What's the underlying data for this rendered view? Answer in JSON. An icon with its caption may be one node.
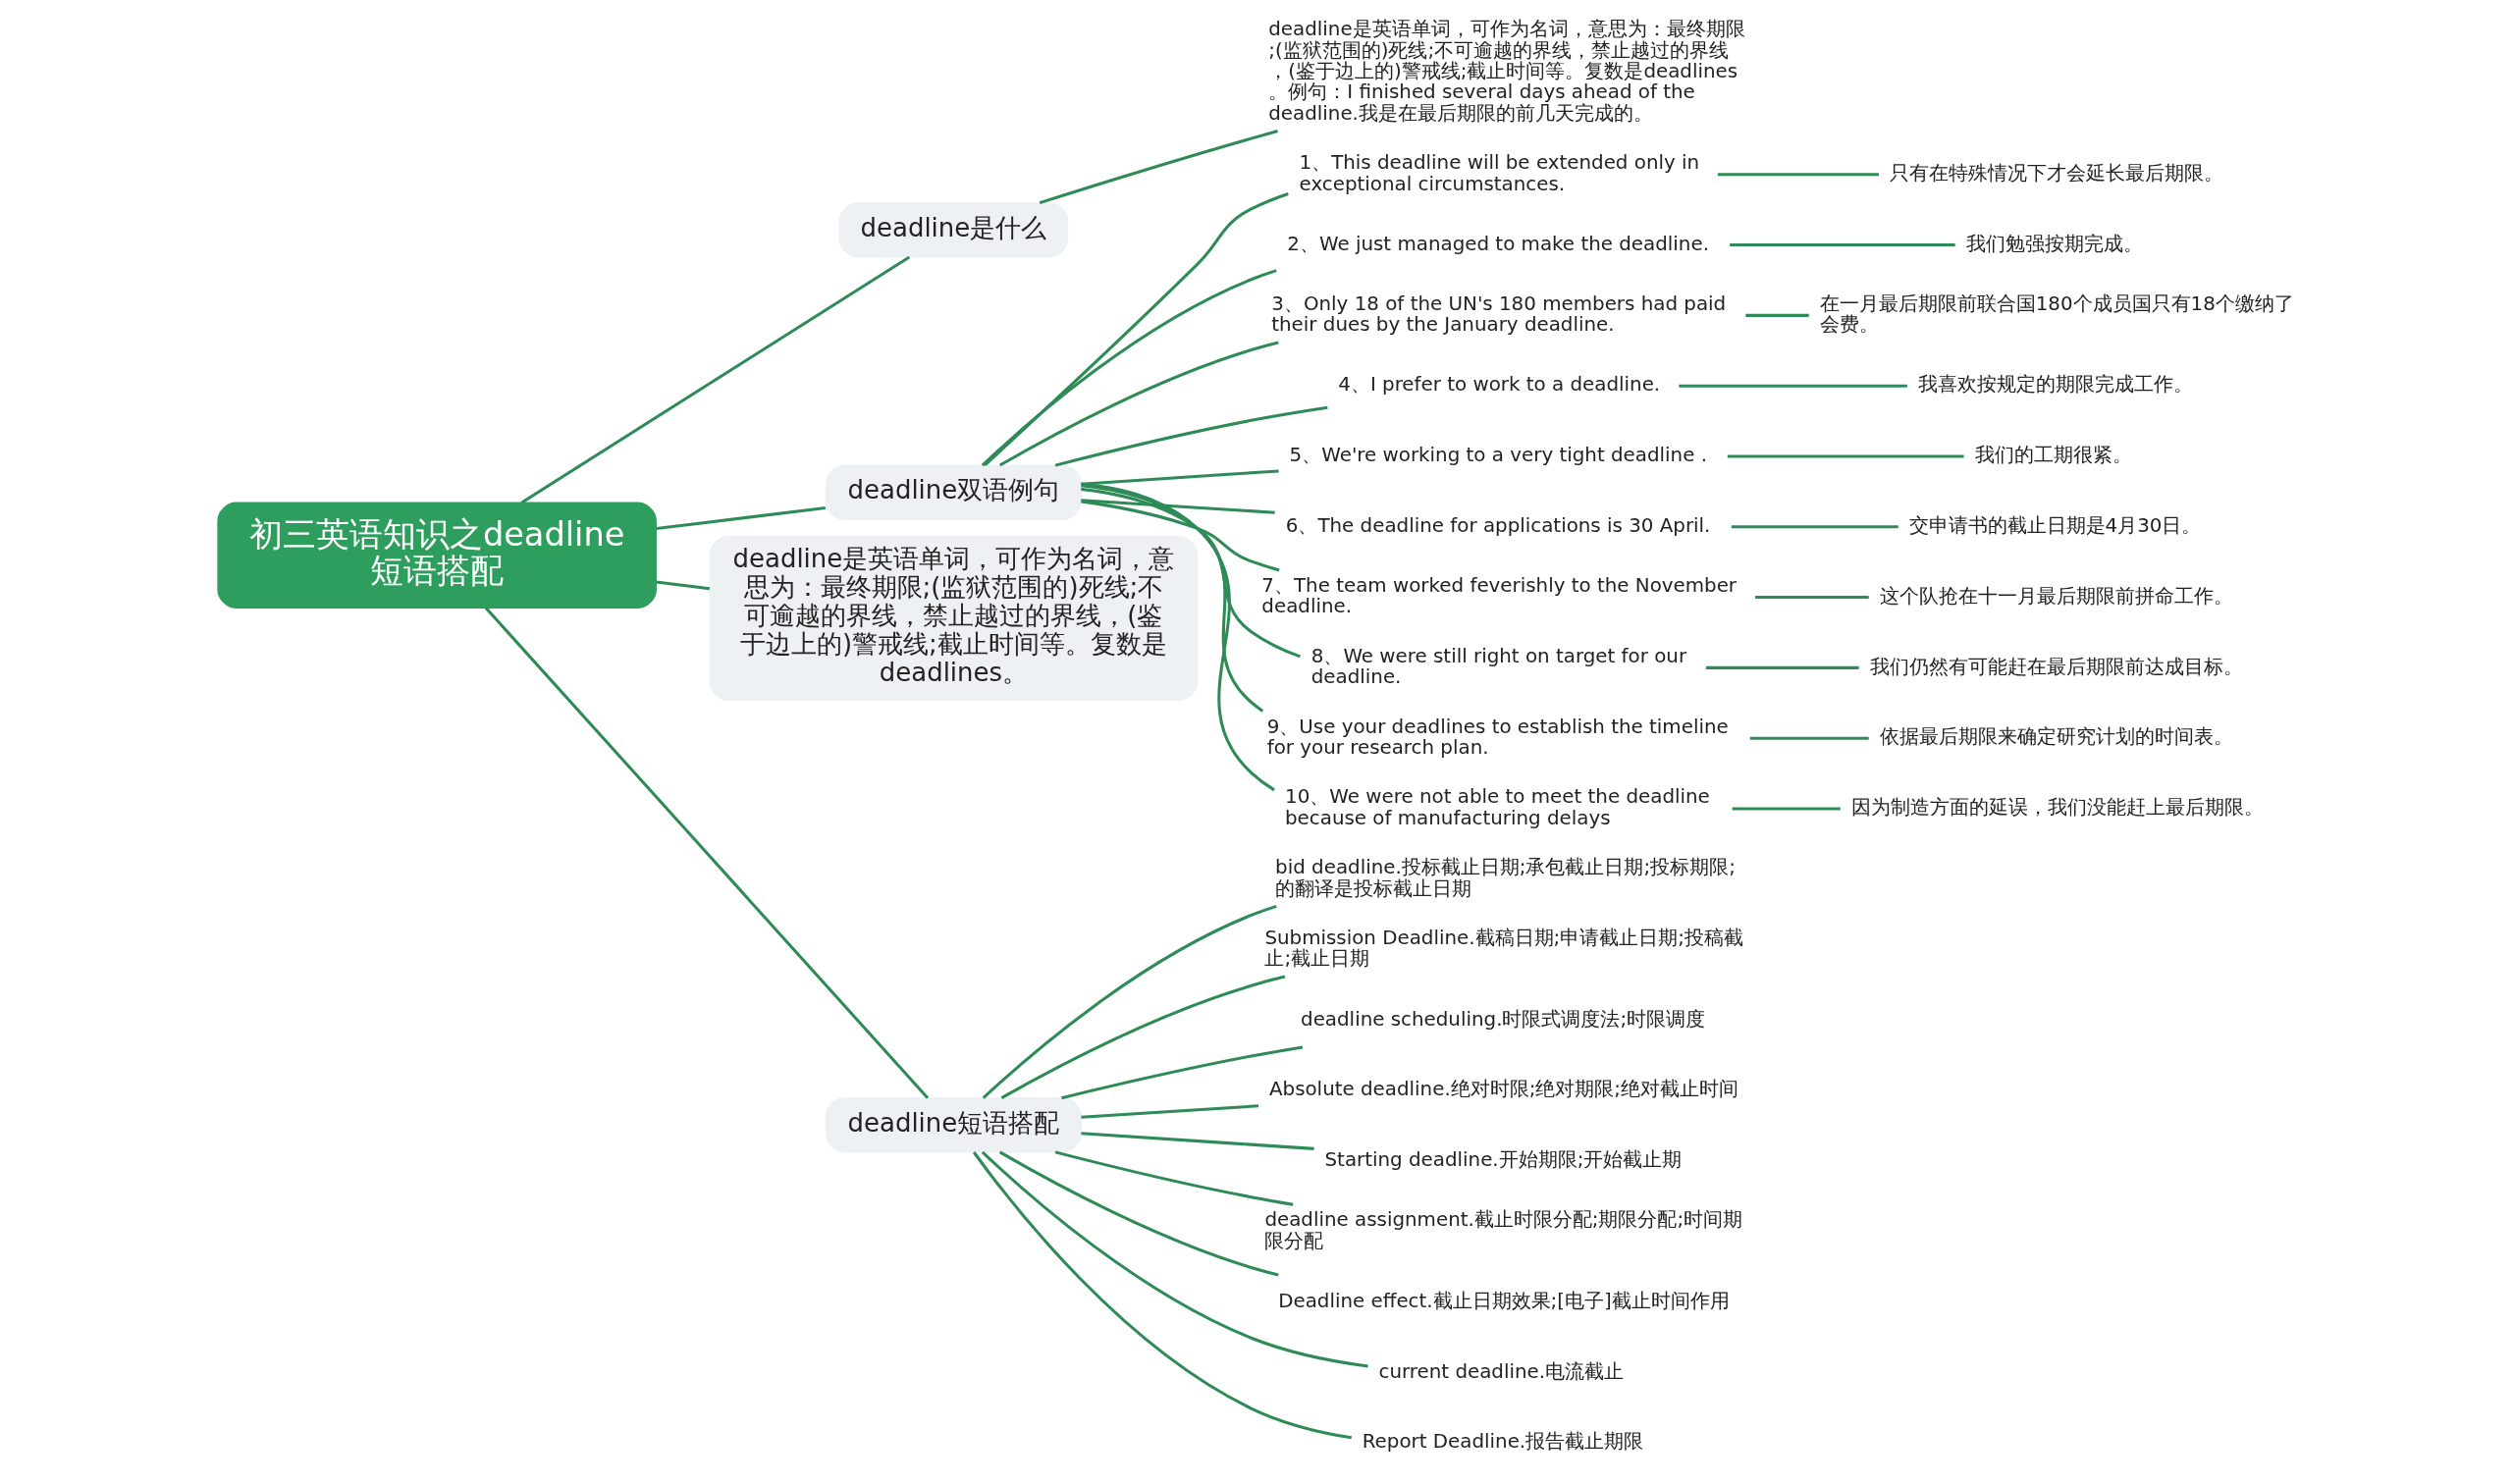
{
  "diagram": {
    "nodes": [
      {
        "text": [
          "初三英语知识之deadline短语搭配"
        ]
      },
      {
        "text": [
          "deadline是什么"
        ]
      },
      {
        "text": [
          "deadline是英语单词，可作为名词，意思为：最终期限;(监狱范围的)死线;不可逾越的界线，禁止越过的界线，(鉴于边上的)警戒线;截止时间等。复数是deadlines。例句：I finished several days ahead of the deadline.我是在最后期限的前几天完成的。"
        ]
      },
      {
        "text": [
          "deadline双语例句"
        ]
      },
      {
        "text": [
          "1、This deadline will be extended only in exceptional circumstances."
        ]
      },
      {
        "text": [
          "只有在特殊情况下才会延长最后期限。"
        ]
      },
      {
        "text": [
          "2、We just managed to make the deadline."
        ]
      },
      {
        "text": [
          "我们勉强按期完成。"
        ]
      },
      {
        "text": [
          "3、Only 18 of the UN's 180 members had paid their dues by the January deadline."
        ]
      },
      {
        "text": [
          "在一月最后期限前联合国180个成员国只有18个缴纳了会费。"
        ]
      },
      {
        "text": [
          "4、I prefer to work to a deadline."
        ]
      },
      {
        "text": [
          "我喜欢按规定的期限完成工作。"
        ]
      },
      {
        "text": [
          "5、We're working to a very tight deadline ."
        ]
      },
      {
        "text": [
          "我们的工期很紧。"
        ]
      },
      {
        "text": [
          "6、The deadline for applications is 30 April."
        ]
      },
      {
        "text": [
          "交申请书的截止日期是4月30日。"
        ]
      },
      {
        "text": [
          "7、The team worked feverishly to the November deadline."
        ]
      },
      {
        "text": [
          "这个队抢在十一月最后期限前拼命工作。"
        ]
      },
      {
        "text": [
          "8、We were still right on target for our deadline."
        ]
      },
      {
        "text": [
          "我们仍然有可能赶在最后期限前达成目标。"
        ]
      },
      {
        "text": [
          "9、Use your deadlines to establish the timeline for your research plan."
        ]
      },
      {
        "text": [
          "依据最后期限来确定研究计划的时间表。"
        ]
      },
      {
        "text": [
          "10、We were not able to meet the deadline because of manufacturing delays"
        ]
      },
      {
        "text": [
          "因为制造方面的延误，我们没能赶上最后期限。"
        ]
      },
      {
        "text": [
          "deadline是英语单词，可作为名词，意思为：最终期限;(监狱范围的)死线;不可逾越的界线，禁止越过的界线，(鉴于边上的)警戒线;截止时间等。复数是deadlines。"
        ]
      },
      {
        "text": [
          "deadline短语搭配"
        ]
      },
      {
        "text": [
          "bid deadline.投标截止日期;承包截止日期;投标期限;的翻译是投标截止日期"
        ]
      },
      {
        "text": [
          "Submission Deadline.截稿日期;申请截止日期;投稿截止;截止日期"
        ]
      },
      {
        "text": [
          "deadline scheduling.时限式调度法;时限调度"
        ]
      },
      {
        "text": [
          "Absolute deadline.绝对时限;绝对期限;绝对截止时间"
        ]
      },
      {
        "text": [
          "Starting deadline.开始期限;开始截止期"
        ]
      },
      {
        "text": [
          "deadline assignment.截止时限分配;期限分配;时间期限分配"
        ]
      },
      {
        "text": [
          "Deadline effect.截止日期效果;[电子]截止时间作用"
        ]
      },
      {
        "text": [
          "current deadline.电流截止"
        ]
      },
      {
        "text": [
          "Report Deadline.报告截止期限"
        ]
      }
    ],
    "edges": [
      {
        "from": 0,
        "to": 1,
        "arrow": "none"
      },
      {
        "from": 1,
        "to": 2,
        "arrow": "none"
      },
      {
        "from": 0,
        "to": 3,
        "arrow": "none"
      },
      {
        "from": 3,
        "to": 4,
        "arrow": "none"
      },
      {
        "from": 4,
        "to": 5,
        "arrow": "none"
      },
      {
        "from": 3,
        "to": 6,
        "arrow": "none"
      },
      {
        "from": 6,
        "to": 7,
        "arrow": "none"
      },
      {
        "from": 3,
        "to": 8,
        "arrow": "none"
      },
      {
        "from": 8,
        "to": 9,
        "arrow": "none"
      },
      {
        "from": 3,
        "to": 10,
        "arrow": "none"
      },
      {
        "from": 10,
        "to": 11,
        "arrow": "none"
      },
      {
        "from": 3,
        "to": 12,
        "arrow": "none"
      },
      {
        "from": 12,
        "to": 13,
        "arrow": "none"
      },
      {
        "from": 3,
        "to": 14,
        "arrow": "none"
      },
      {
        "from": 14,
        "to": 15,
        "arrow": "none"
      },
      {
        "from": 3,
        "to": 16,
        "arrow": "none"
      },
      {
        "from": 16,
        "to": 17,
        "arrow": "none"
      },
      {
        "from": 3,
        "to": 18,
        "arrow": "none"
      },
      {
        "from": 18,
        "to": 19,
        "arrow": "none"
      },
      {
        "from": 3,
        "to": 20,
        "arrow": "none"
      },
      {
        "from": 20,
        "to": 21,
        "arrow": "none"
      },
      {
        "from": 3,
        "to": 22,
        "arrow": "none"
      },
      {
        "from": 22,
        "to": 23,
        "arrow": "none"
      },
      {
        "from": 0,
        "to": 24,
        "arrow": "none"
      },
      {
        "from": 0,
        "to": 25,
        "arrow": "none"
      },
      {
        "from": 25,
        "to": 26,
        "arrow": "none"
      },
      {
        "from": 25,
        "to": 27,
        "arrow": "none"
      },
      {
        "from": 25,
        "to": 28,
        "arrow": "none"
      },
      {
        "from": 25,
        "to": 29,
        "arrow": "none"
      },
      {
        "from": 25,
        "to": 30,
        "arrow": "none"
      },
      {
        "from": 25,
        "to": 31,
        "arrow": "none"
      },
      {
        "from": 25,
        "to": 32,
        "arrow": "none"
      },
      {
        "from": 25,
        "to": 33,
        "arrow": "none"
      },
      {
        "from": 25,
        "to": 34,
        "arrow": "none"
      }
    ]
  }
}
